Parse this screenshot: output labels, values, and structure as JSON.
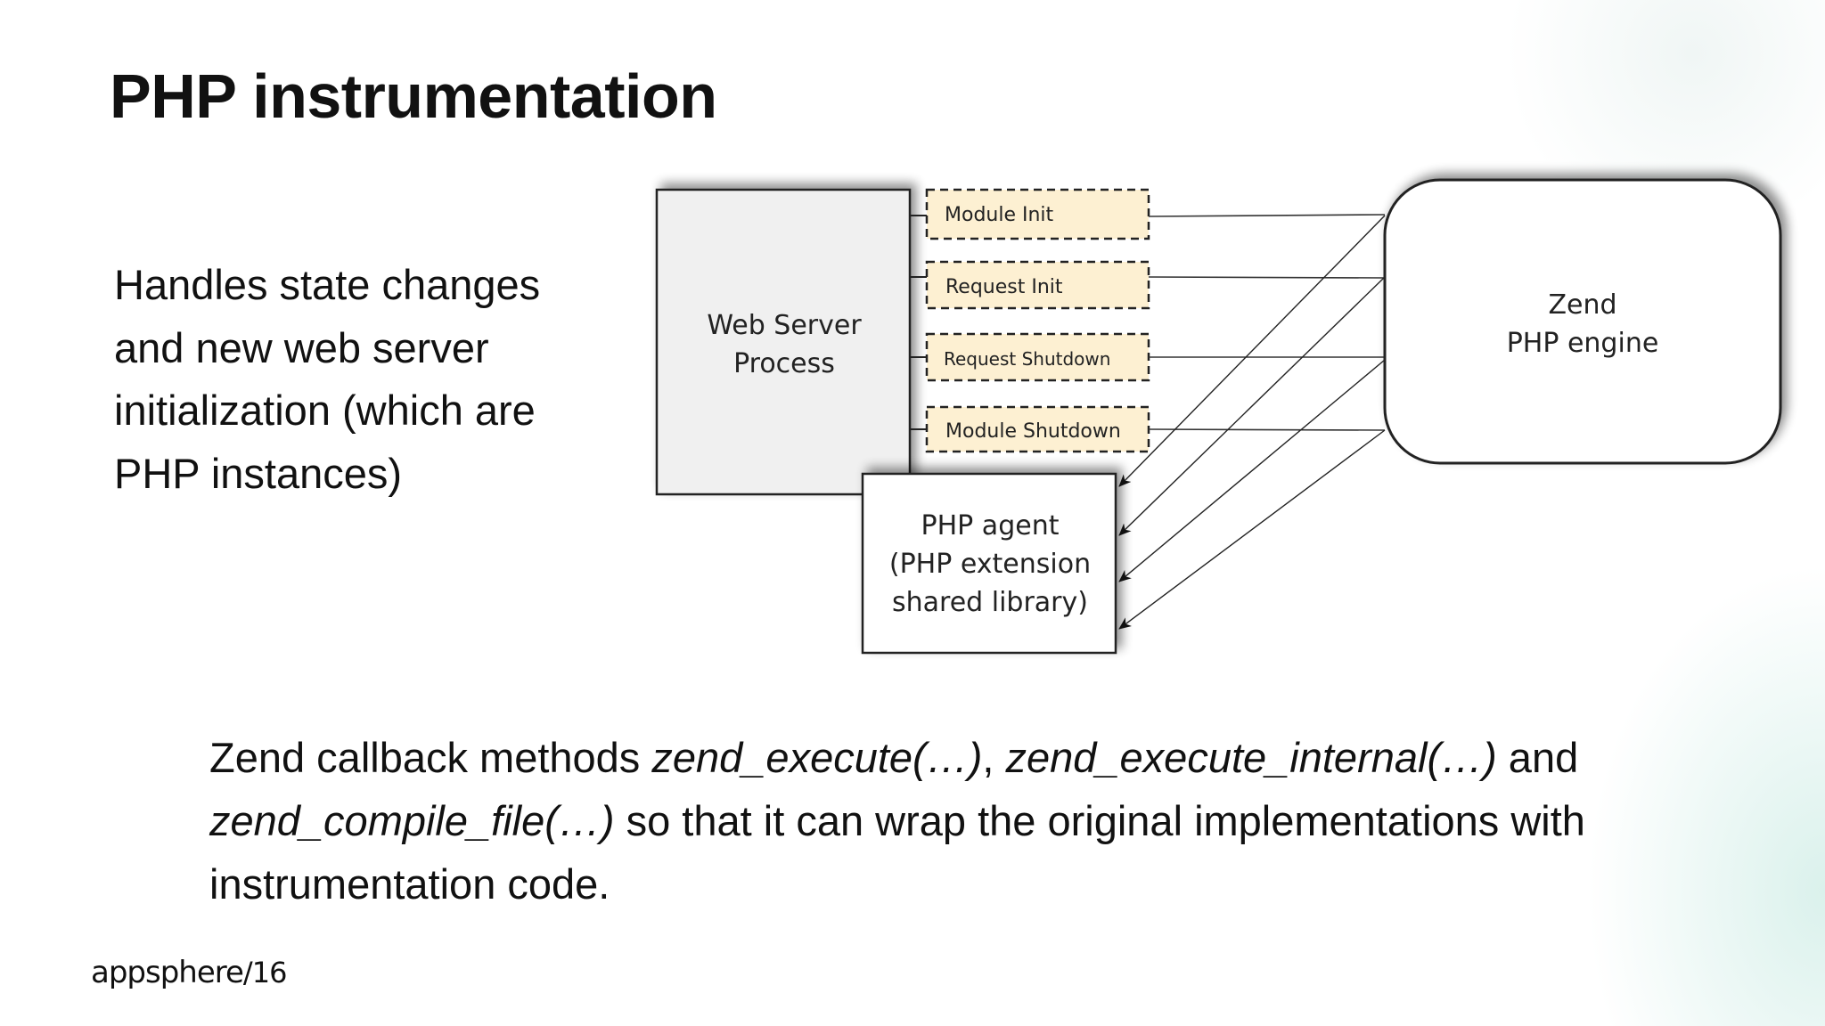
{
  "slide": {
    "title": "PHP instrumentation",
    "left_text": "Handles state changes and new web server initialization (which are PHP instances)",
    "bottom_text": {
      "part1": "Zend callback methods ",
      "fn1": "zend_execute(…)",
      "sep1": ", ",
      "fn2": "zend_execute_internal(…)",
      "part2": " and ",
      "fn3": "zend_compile_file(…)",
      "part3": " so that it can wrap the original implementations with instrumentation code."
    },
    "logo": "appsphere",
    "page_number": "/16"
  },
  "diagram": {
    "web_server": [
      "Web Server",
      "Process"
    ],
    "hooks": [
      "Module Init",
      "Request Init",
      "Request Shutdown",
      "Module Shutdown"
    ],
    "zend": [
      "Zend",
      "PHP engine"
    ],
    "agent": [
      "PHP agent",
      "(PHP extension",
      "shared library)"
    ],
    "colors": {
      "hook_fill": "#fdf0d2",
      "web_server_fill": "#f0f0f0"
    }
  }
}
